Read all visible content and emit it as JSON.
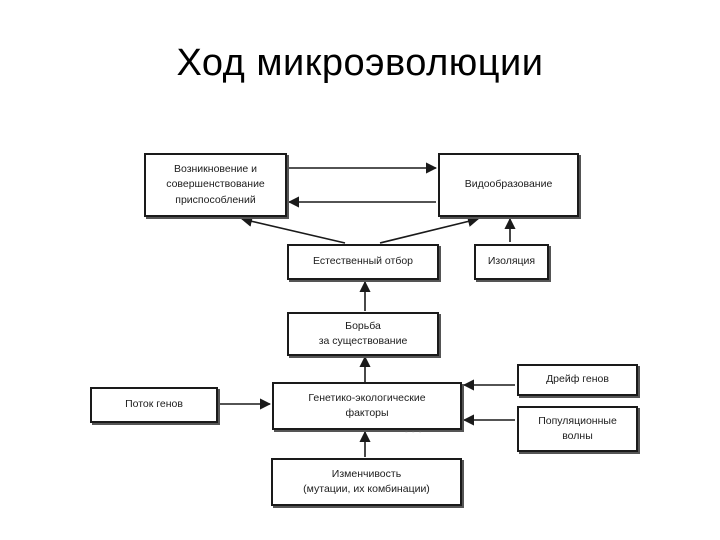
{
  "title": "Ход микроэволюции",
  "boxes": {
    "adaptations": "Возникновение и\nсовершенствование\nприспособлений",
    "speciation": "Видообразование",
    "natural_selection": "Естественный отбор",
    "isolation": "Изоляция",
    "struggle": "Борьба\nза существование",
    "gene_flow": "Поток генов",
    "genetic_ecological": "Генетико-экологические\nфакторы",
    "genetic_drift": "Дрейф генов",
    "population_waves": "Популяционные\nволны",
    "variability": "Изменчивость\n(мутации, их комбинации)"
  }
}
